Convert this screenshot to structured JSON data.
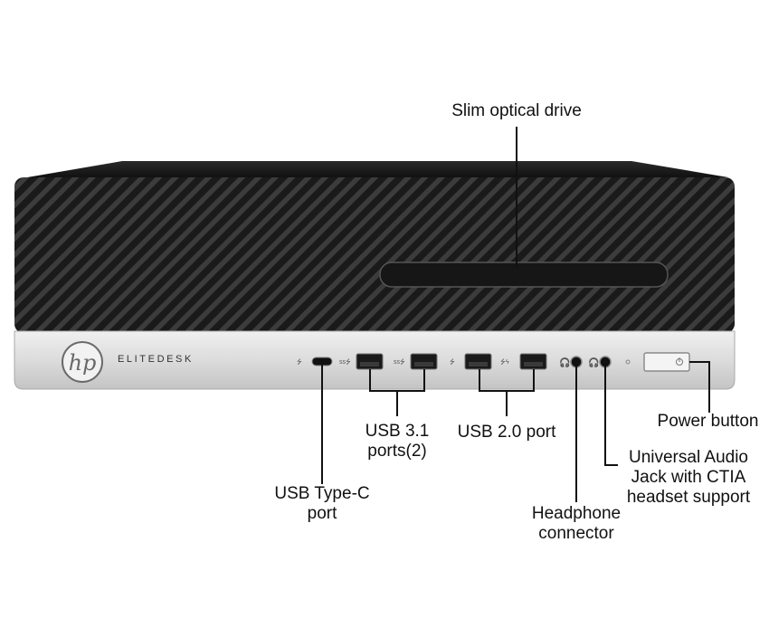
{
  "product": {
    "brand_logo": "hp",
    "model_text": "ELITEDESK"
  },
  "callouts": {
    "optical_drive": "Slim optical drive",
    "usb_type_c": {
      "line1": "USB Type-C",
      "line2": "port"
    },
    "usb_31": {
      "line1": "USB 3.1",
      "line2": "ports(2)"
    },
    "usb_20": "USB 2.0 port",
    "headphone": {
      "line1": "Headphone",
      "line2": "connector"
    },
    "audio_jack": {
      "line1": "Universal Audio",
      "line2": "Jack with CTIA",
      "line3": "headset support"
    },
    "power": "Power button"
  },
  "colors": {
    "chassis_top": "#1e1e1e",
    "grille": "#141414",
    "silver_panel": "#d9d9d9",
    "leader_line": "#111111"
  }
}
